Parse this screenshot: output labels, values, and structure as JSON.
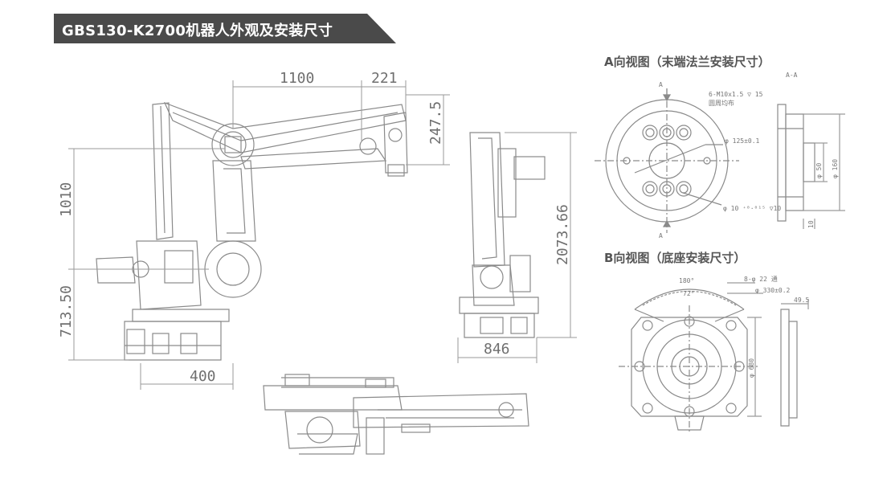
{
  "header": {
    "title": "GBS130-K2700机器人外观及安装尺寸"
  },
  "views": {
    "a_view_title": "A向视图（末端法兰安装尺寸）",
    "b_view_title": "B向视图（底座安装尺寸）"
  },
  "dimensions": {
    "d1100": "1100",
    "d221": "221",
    "d247": "247.5",
    "d1010": "1010",
    "d713": "713.50",
    "d400": "400",
    "d2073": "2073.66",
    "d846": "846"
  },
  "a_view": {
    "section": "A-A",
    "marker": "A",
    "bolt": "6-M10x1.5 ▽ 15",
    "bolt_note": "圆周均布",
    "pcd": "φ 125±0.1",
    "pin": "φ 10 ⁺⁰·⁰¹⁵ ▽10",
    "d50": "φ 50",
    "d160": "φ 160",
    "d10": "10"
  },
  "b_view": {
    "angle180": "180°",
    "angle72": "72°",
    "holes": "8-φ 22 通",
    "pcd": "φ 330±0.2",
    "d49": "49.5",
    "d680": "φ 680"
  },
  "colors": {
    "banner": "#4a4a4a",
    "line": "#8a8a8a",
    "text": "#555555"
  }
}
